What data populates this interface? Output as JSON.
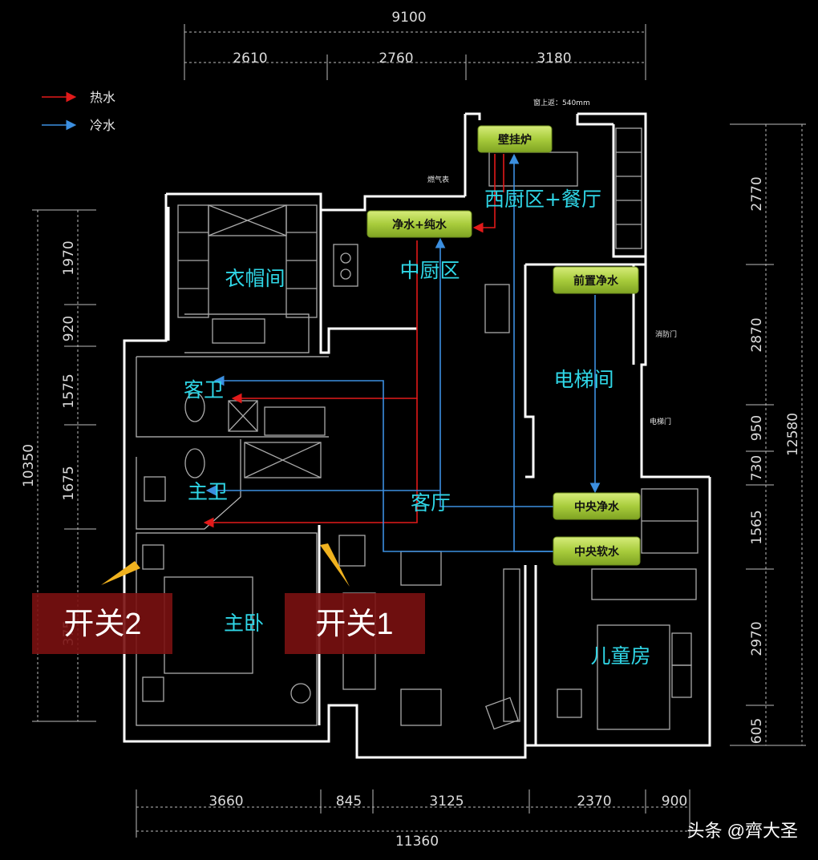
{
  "dimensions": {
    "top_total": "9100",
    "top_segments": [
      "2610",
      "2760",
      "3180"
    ],
    "bottom_total": "11360",
    "bottom_segments": [
      "3660",
      "845",
      "3125",
      "2370",
      "900"
    ],
    "left_total": "10350",
    "left_segments": [
      "1970",
      "920",
      "1575",
      "1675",
      "375"
    ],
    "right_total": "12580",
    "right_segments": [
      "2770",
      "2870",
      "950",
      "730",
      "1565",
      "2970",
      "605"
    ]
  },
  "legend": {
    "hot_label": "热水",
    "cold_label": "冷水",
    "hot_color": "#e21a1a",
    "cold_color": "#3c8fe0"
  },
  "rooms": {
    "cloakroom": "衣帽间",
    "center_kitchen": "中厨区",
    "western_kitchen": "西厨区+餐厅",
    "elevator_hall": "电梯间",
    "guest_bath": "客卫",
    "master_bath": "主卫",
    "living_room": "客厅",
    "master_bedroom": "主卧",
    "kids_room": "儿童房"
  },
  "small_labels": {
    "window_note": "窗上返：540mm",
    "gas_meter": "燃气表",
    "fire_door": "消防门",
    "elevator_door": "电梯门"
  },
  "equipment": {
    "boiler": "壁挂炉",
    "water_purifier_pure": "净水+纯水",
    "pre_filter": "前置净水",
    "central_purifier": "中央净水",
    "central_softener": "中央软水"
  },
  "switches": {
    "switch1": "开关1",
    "switch2": "开关2"
  },
  "credit": "头条 @齊大圣"
}
